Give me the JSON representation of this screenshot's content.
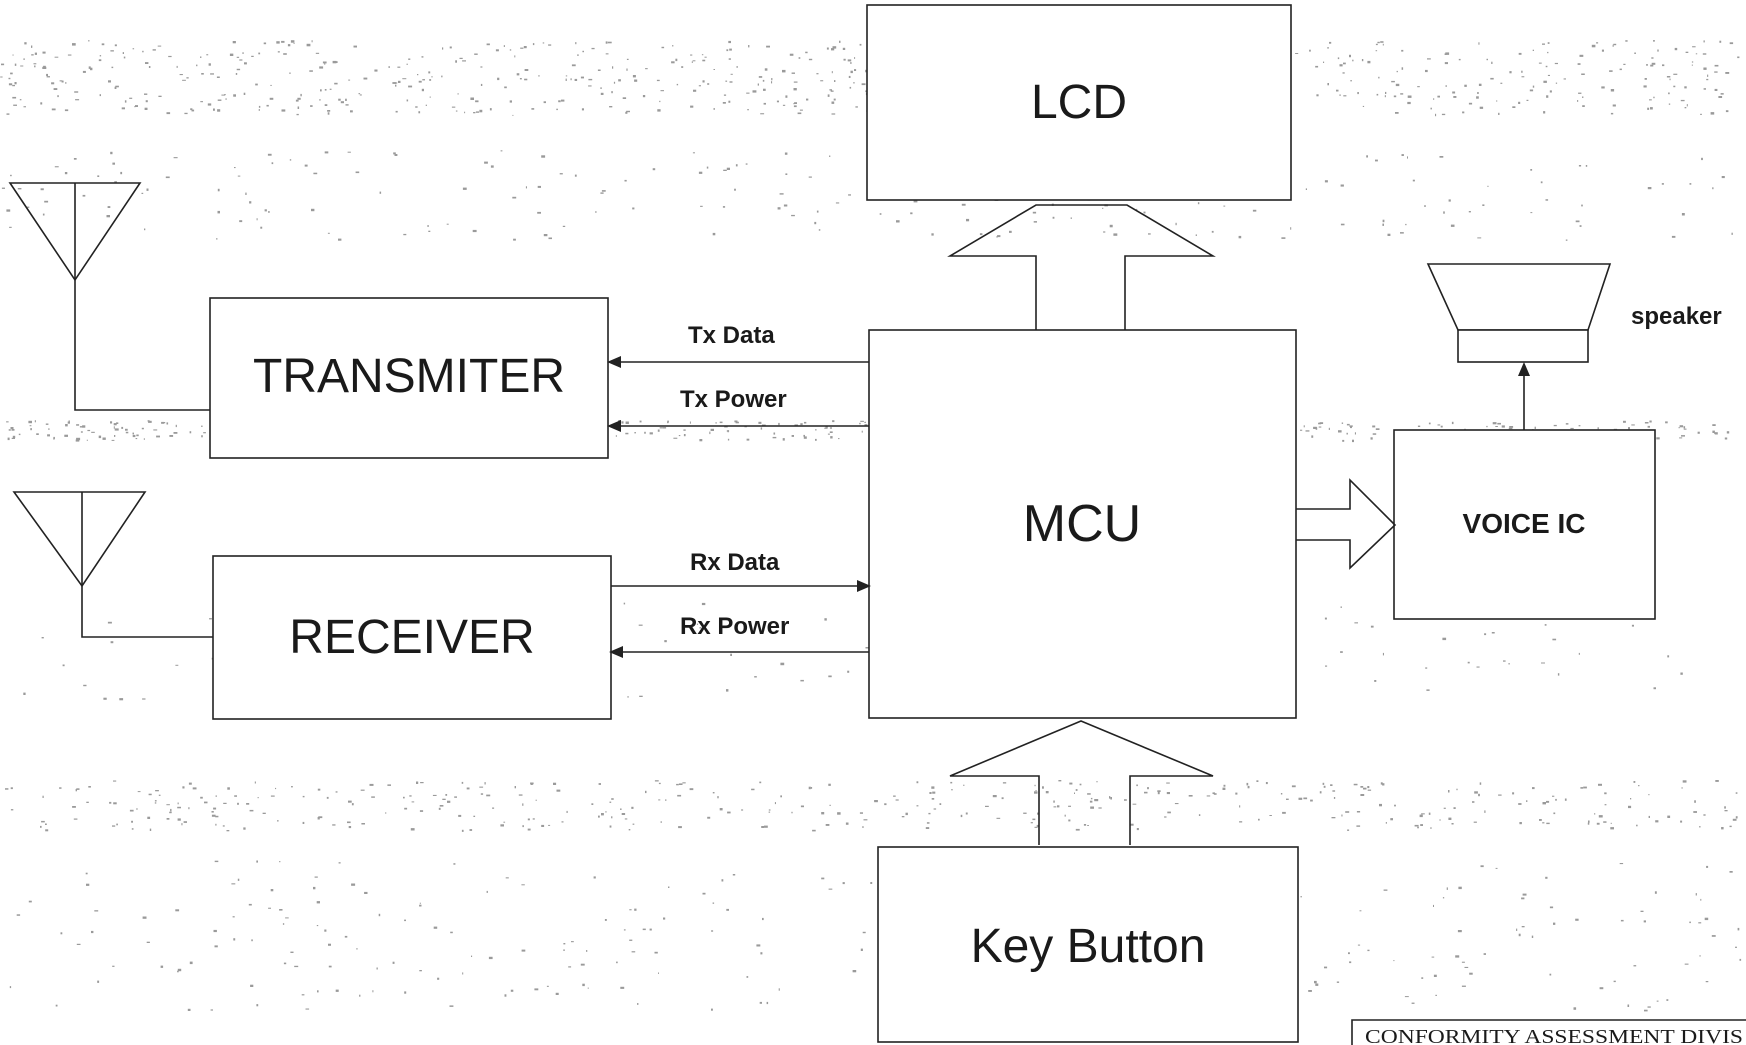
{
  "blocks": {
    "lcd": "LCD",
    "transmitter": "TRANSMITER",
    "receiver": "RECEIVER",
    "mcu": "MCU",
    "voice_ic": "VOICE IC",
    "key_button": "Key Button",
    "speaker": "speaker"
  },
  "signals": {
    "tx_data": "Tx Data",
    "tx_power": "Tx Power",
    "rx_data": "Rx Data",
    "rx_power": "Rx Power"
  },
  "stamp": "CONFORMITY ASSESSMENT DIVIS",
  "colors": {
    "ink": "#222222",
    "paper": "#ffffff",
    "speckle": "#9a9a9a"
  }
}
